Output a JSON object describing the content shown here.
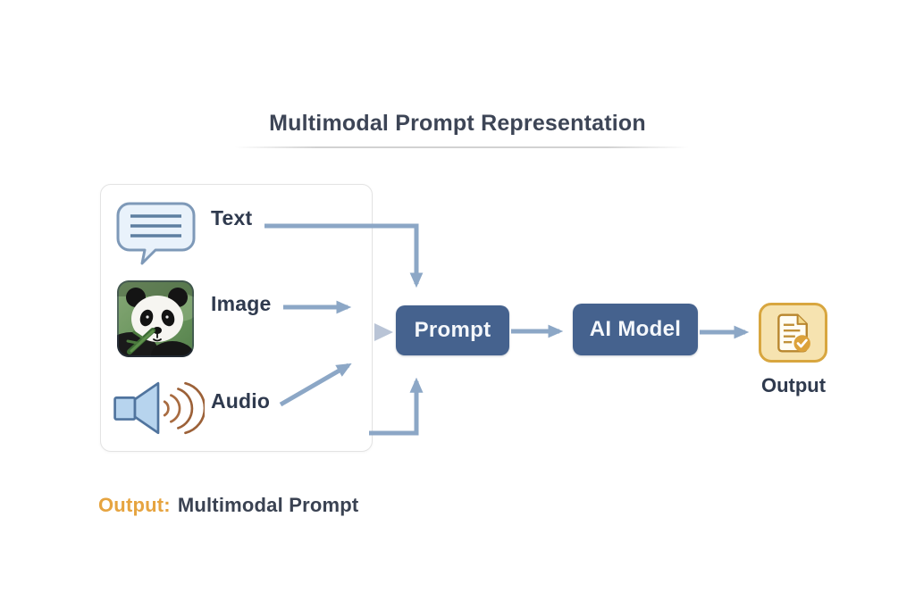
{
  "title": "Multimodal Prompt Representation",
  "inputs_panel": {
    "items": [
      {
        "label": "Text",
        "icon": "speech-bubble-icon"
      },
      {
        "label": "Image",
        "icon": "panda-image"
      },
      {
        "label": "Audio",
        "icon": "speaker-icon"
      }
    ]
  },
  "flow": {
    "prompt_label": "Prompt",
    "ai_model_label": "AI Model",
    "output_label": "Output",
    "output_icon": "document-check-icon"
  },
  "caption": {
    "prefix": "Output:",
    "text": "Multimodal Prompt"
  },
  "colors": {
    "node_fill": "#45628e",
    "node_text": "#f4f7fb",
    "arrow": "#8ca7c6",
    "arrow_light": "#b9c4d6",
    "title_text": "#3d4556",
    "label_text": "#2f3a4e",
    "accent_orange": "#e6a440",
    "output_icon_fill": "#f6e3b0",
    "output_icon_border": "#d8a63f",
    "bubble_fill": "#e9f2fb",
    "bubble_stroke": "#7e99b8",
    "speaker_fill": "#b7d4ee",
    "speaker_stroke": "#50749e",
    "sound_wave": "#a86b40",
    "panel_border": "#e3e3e3"
  }
}
